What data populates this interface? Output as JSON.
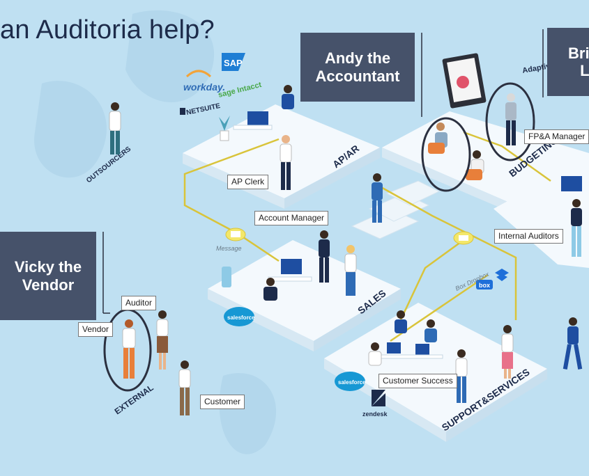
{
  "title": "an Auditoria help?",
  "personas": {
    "andy": [
      "Andy the",
      "Accountant"
    ],
    "vicky": [
      "Vicky the",
      "Vendor"
    ],
    "bri": [
      "Bri",
      "L"
    ]
  },
  "departments": {
    "ap_ar": "AP/AR",
    "budgeting": "BUDGETING",
    "sales": "SALES",
    "support": "SUPPORT&SERVICES",
    "external": "EXTERNAL",
    "outsourcers": "OUTSOURCERS"
  },
  "roles": {
    "ap_clerk": "AP Clerk",
    "account_manager": "Account Manager",
    "fpa_manager": "FP&A Manager",
    "internal_auditors": "Internal Auditors",
    "auditor": "Auditor",
    "vendor": "Vendor",
    "customer": "Customer",
    "customer_success": "Customer Success"
  },
  "logos": {
    "workday": "workday.",
    "sap": "SAP",
    "netsuite": "NETSUITE",
    "sage": "sage Intacct",
    "salesforce": "salesforce",
    "zendesk": "zendesk",
    "adaptive": "Adaptive",
    "box": "box",
    "dropbox": "Box Dropbox",
    "message": "Message"
  },
  "colors": {
    "background": "#bfe0f2",
    "label_dark": "#46526a",
    "connector": "#d9c43a",
    "platform": "#f3f8fc",
    "highlight_circle": "#2b3040"
  }
}
